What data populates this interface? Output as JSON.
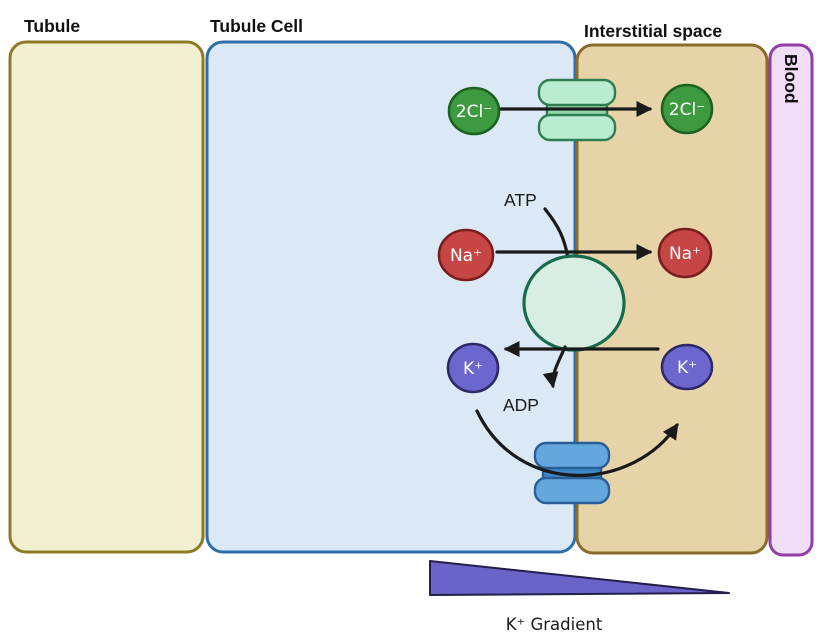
{
  "panels": {
    "tubule": {
      "label": "Tubule",
      "fill": "#f3f0d2",
      "border": "#8c7a26"
    },
    "tubule_cell": {
      "label": "Tubule Cell",
      "fill": "#dbe8f6",
      "border": "#2f6da8"
    },
    "interstitial": {
      "label": "Interstitial space",
      "fill": "#e6d4a8",
      "border": "#8a6b2a"
    },
    "blood": {
      "label": "Blood",
      "fill": "#f2ddf8",
      "border": "#8e3fa6"
    }
  },
  "ions": {
    "chloride_left": "2Cl⁻",
    "chloride_right": "2Cl⁻",
    "sodium_left": "Na⁺",
    "sodium_right": "Na⁺",
    "potassium_left": "K⁺",
    "potassium_right": "K⁺"
  },
  "labels": {
    "atp": "ATP",
    "adp": "ADP",
    "k_gradient": "K⁺ Gradient"
  },
  "colors": {
    "chloride_fill": "#3e9a41",
    "chloride_border": "#1c6320",
    "sodium_fill": "#c64646",
    "sodium_border": "#7c1d1d",
    "potassium_fill": "#6c67ce",
    "potassium_border": "#2d2966",
    "pump_fill": "#d8eee2",
    "pump_border": "#166b4b",
    "chloride_channel_fill": "#b9ecd1",
    "chloride_channel_band": "#90dab0",
    "chloride_channel_border": "#2f7e52",
    "potassium_channel_fill": "#63a7dc",
    "potassium_channel_band": "#3f87c4",
    "potassium_channel_border": "#2a5e96",
    "gradient_triangle_fill": "#6a63c8",
    "gradient_triangle_border": "#231e4a",
    "arrow": "#1a1a1a"
  }
}
